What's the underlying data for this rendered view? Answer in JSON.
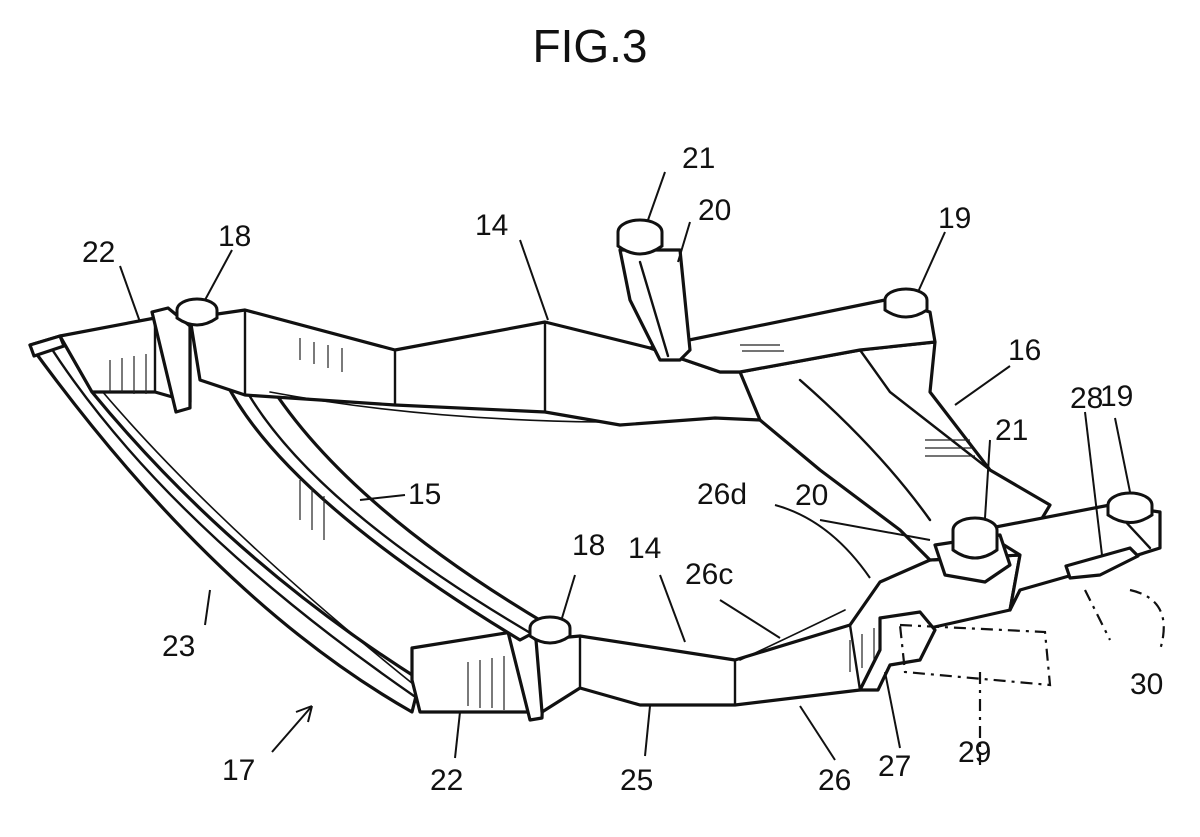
{
  "figure_title": "FIG.3",
  "labels": {
    "l14a": "14",
    "l14b": "14",
    "l15": "15",
    "l16": "16",
    "l17": "17",
    "l18a": "18",
    "l18b": "18",
    "l19a": "19",
    "l19b": "19",
    "l20a": "20",
    "l20b": "20",
    "l21a": "21",
    "l21b": "21",
    "l22a": "22",
    "l22b": "22",
    "l23": "23",
    "l25": "25",
    "l26": "26",
    "l26c": "26c",
    "l26d": "26d",
    "l27": "27",
    "l28": "28",
    "l29": "29",
    "l30": "30"
  }
}
